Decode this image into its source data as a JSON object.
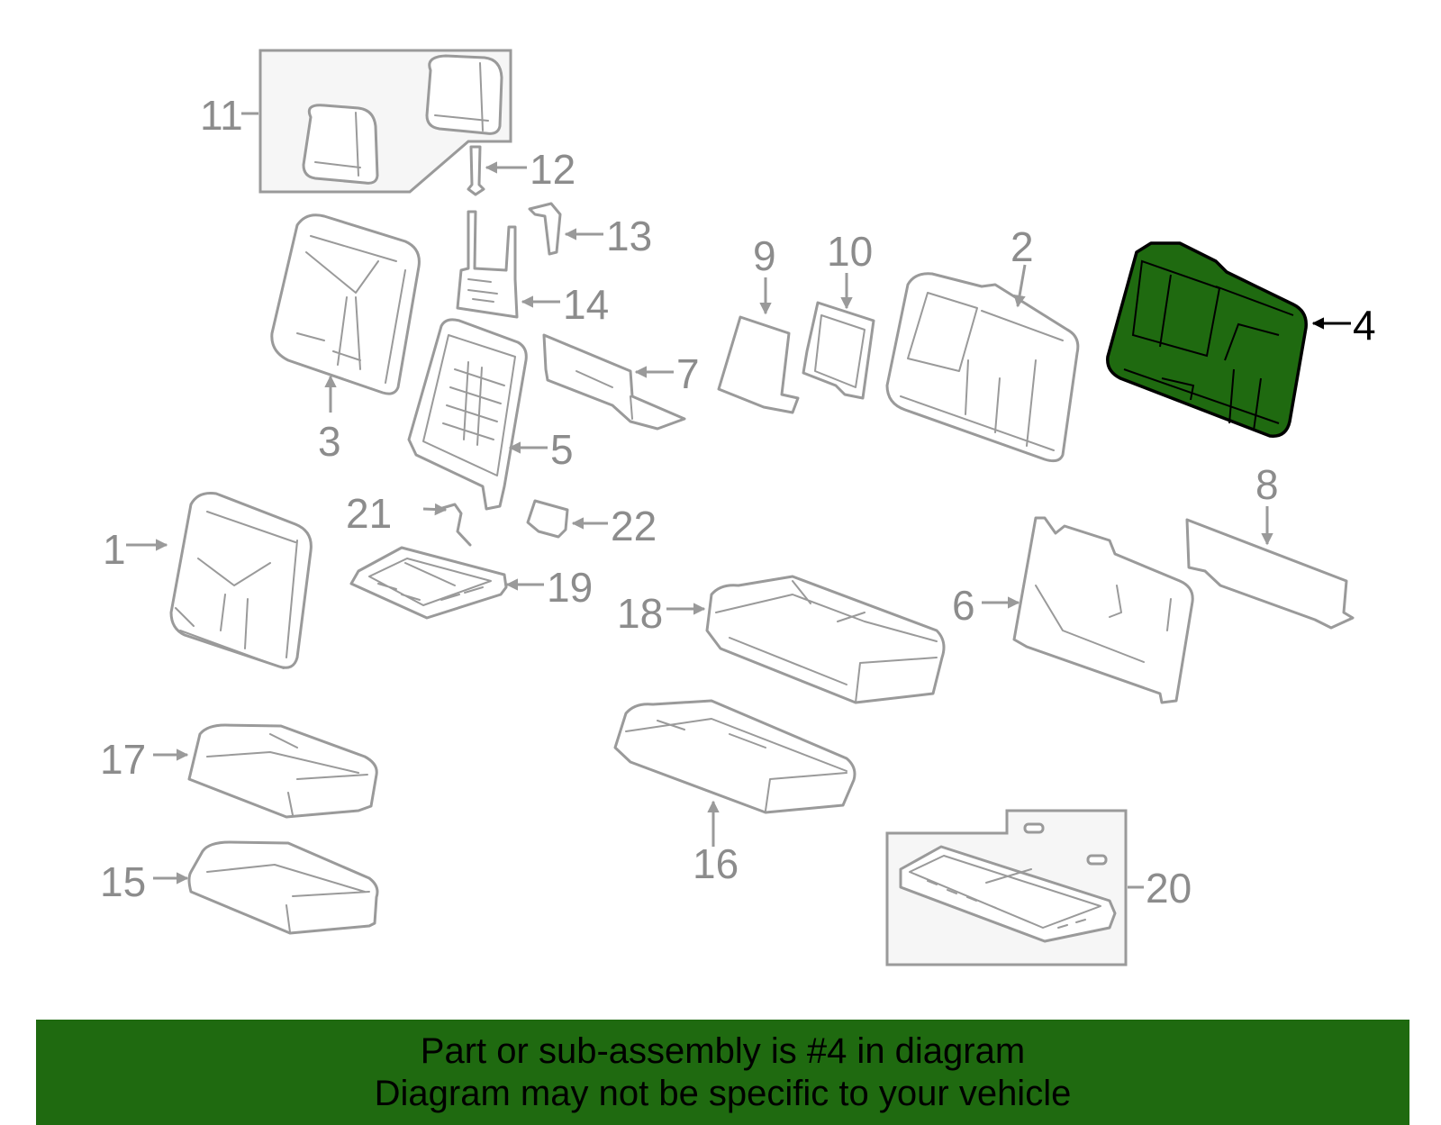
{
  "callouts": {
    "c1": "1",
    "c2": "2",
    "c3": "3",
    "c4": "4",
    "c5": "5",
    "c6": "6",
    "c7": "7",
    "c8": "8",
    "c9": "9",
    "c10": "10",
    "c11": "11",
    "c12": "12",
    "c13": "13",
    "c14": "14",
    "c15": "15",
    "c16": "16",
    "c17": "17",
    "c18": "18",
    "c19": "19",
    "c20": "20",
    "c21": "21",
    "c22": "22"
  },
  "highlight": {
    "fill_color": "#1f6a10",
    "outline_color": "#000000"
  },
  "banner": {
    "line1": "Part or sub-assembly is #4 in diagram",
    "line2": "Diagram may not be specific to your vehicle",
    "background_color": "#1f6a10"
  }
}
